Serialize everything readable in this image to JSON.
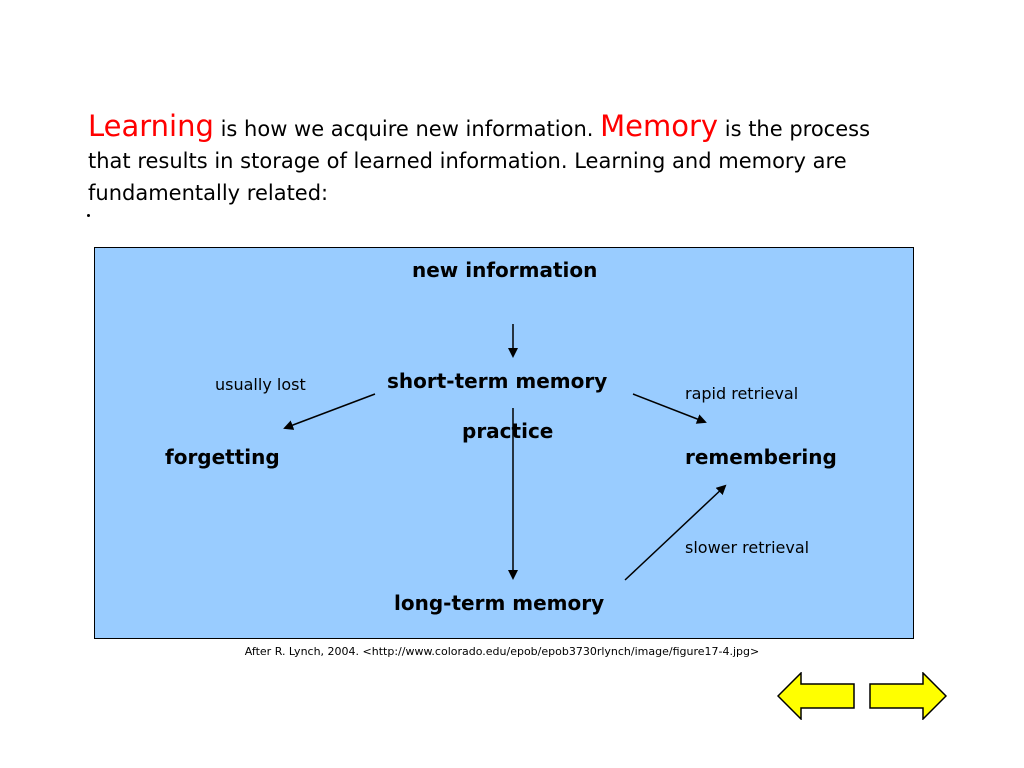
{
  "intro": {
    "term1": "Learning",
    "text1": " is how we acquire new information.  ",
    "term2": "Memory",
    "text2": " is the process that results in storage of learned information.  Learning and memory are fundamentally related:"
  },
  "diagram": {
    "nodes": {
      "new_information": "new information",
      "short_term_memory": "short-term memory",
      "practice": "practice",
      "forgetting": "forgetting",
      "remembering": "remembering",
      "long_term_memory": "long-term memory"
    },
    "edge_labels": {
      "usually_lost": "usually lost",
      "rapid_retrieval": "rapid retrieval",
      "slower_retrieval": "slower retrieval"
    }
  },
  "citation": "After R. Lynch, 2004. <http://www.colorado.edu/epob/epob3730rlynch/image/figure17-4.jpg>",
  "nav": {
    "arrow_fill": "#ffff00",
    "arrow_stroke": "#000000"
  },
  "colors": {
    "term": "#ff0000",
    "diagram_background": "#99ccff"
  }
}
